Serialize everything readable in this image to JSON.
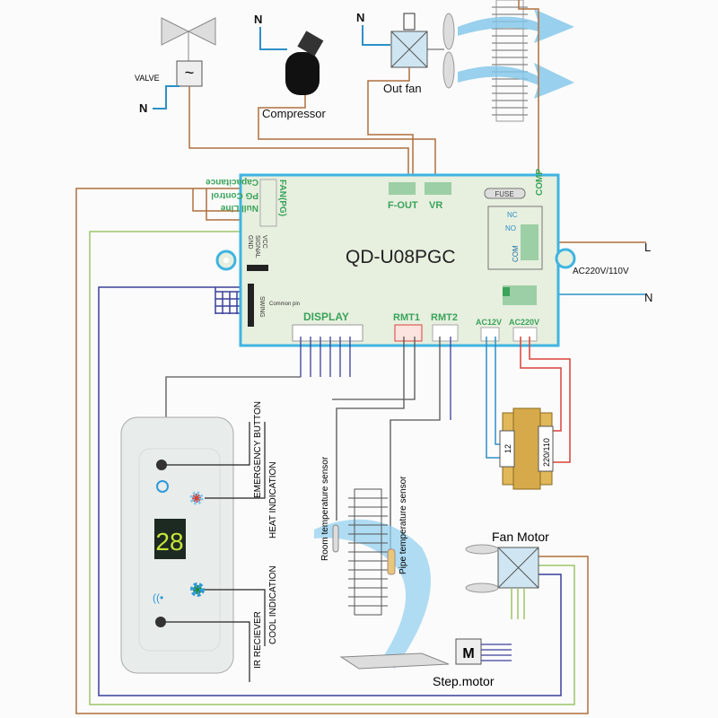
{
  "top": {
    "valve_label": "VALVE",
    "neutral": "N",
    "compressor_label": "Compressor",
    "out_fan_label": "Out fan"
  },
  "board": {
    "model": "QD-U08PGC",
    "fan_header": "FAN(PG)",
    "fan_pins": [
      "Capacitance",
      "PG Control",
      "Null Line"
    ],
    "f_out": "F-OUT",
    "vr": "VR",
    "fuse": "FUSE",
    "comp": "COMP",
    "relay_pins": [
      "NC",
      "NO",
      "COM"
    ],
    "small_header_pins": [
      "GND",
      "SIGNAL",
      "VCC"
    ],
    "swing": "SWING",
    "common_pin": "Common pin",
    "display": "DISPLAY",
    "rmt1": "RMT1",
    "rmt2": "RMT2",
    "ac12": "AC12V",
    "ac220": "AC220V"
  },
  "power": {
    "line": "L",
    "neutral": "N",
    "supply": "AC220V/110V"
  },
  "transformer": {
    "low": "12",
    "high": "220/110"
  },
  "display_panel": {
    "digits": "28",
    "labels": [
      "EMERGENCY BUTTON",
      "HEAT INDICATION",
      "COOL INDICATION",
      "IR RECIEVER"
    ]
  },
  "sensors": {
    "room": "Room temperature sensor",
    "pipe": "Pipe temperature sensor"
  },
  "fan_motor_label": "Fan Motor",
  "step_motor": {
    "label": "Step.motor",
    "symbol": "M"
  },
  "colors": {
    "board_fill": "#e7efdf",
    "board_border": "#3fb4e0",
    "wire_brown": "#b0703e",
    "wire_blue": "#2e8fc7",
    "wire_navy": "#3a3f9a",
    "wire_green": "#9cc46a",
    "wire_red": "#d9423a",
    "label_green": "#3aa35a"
  }
}
